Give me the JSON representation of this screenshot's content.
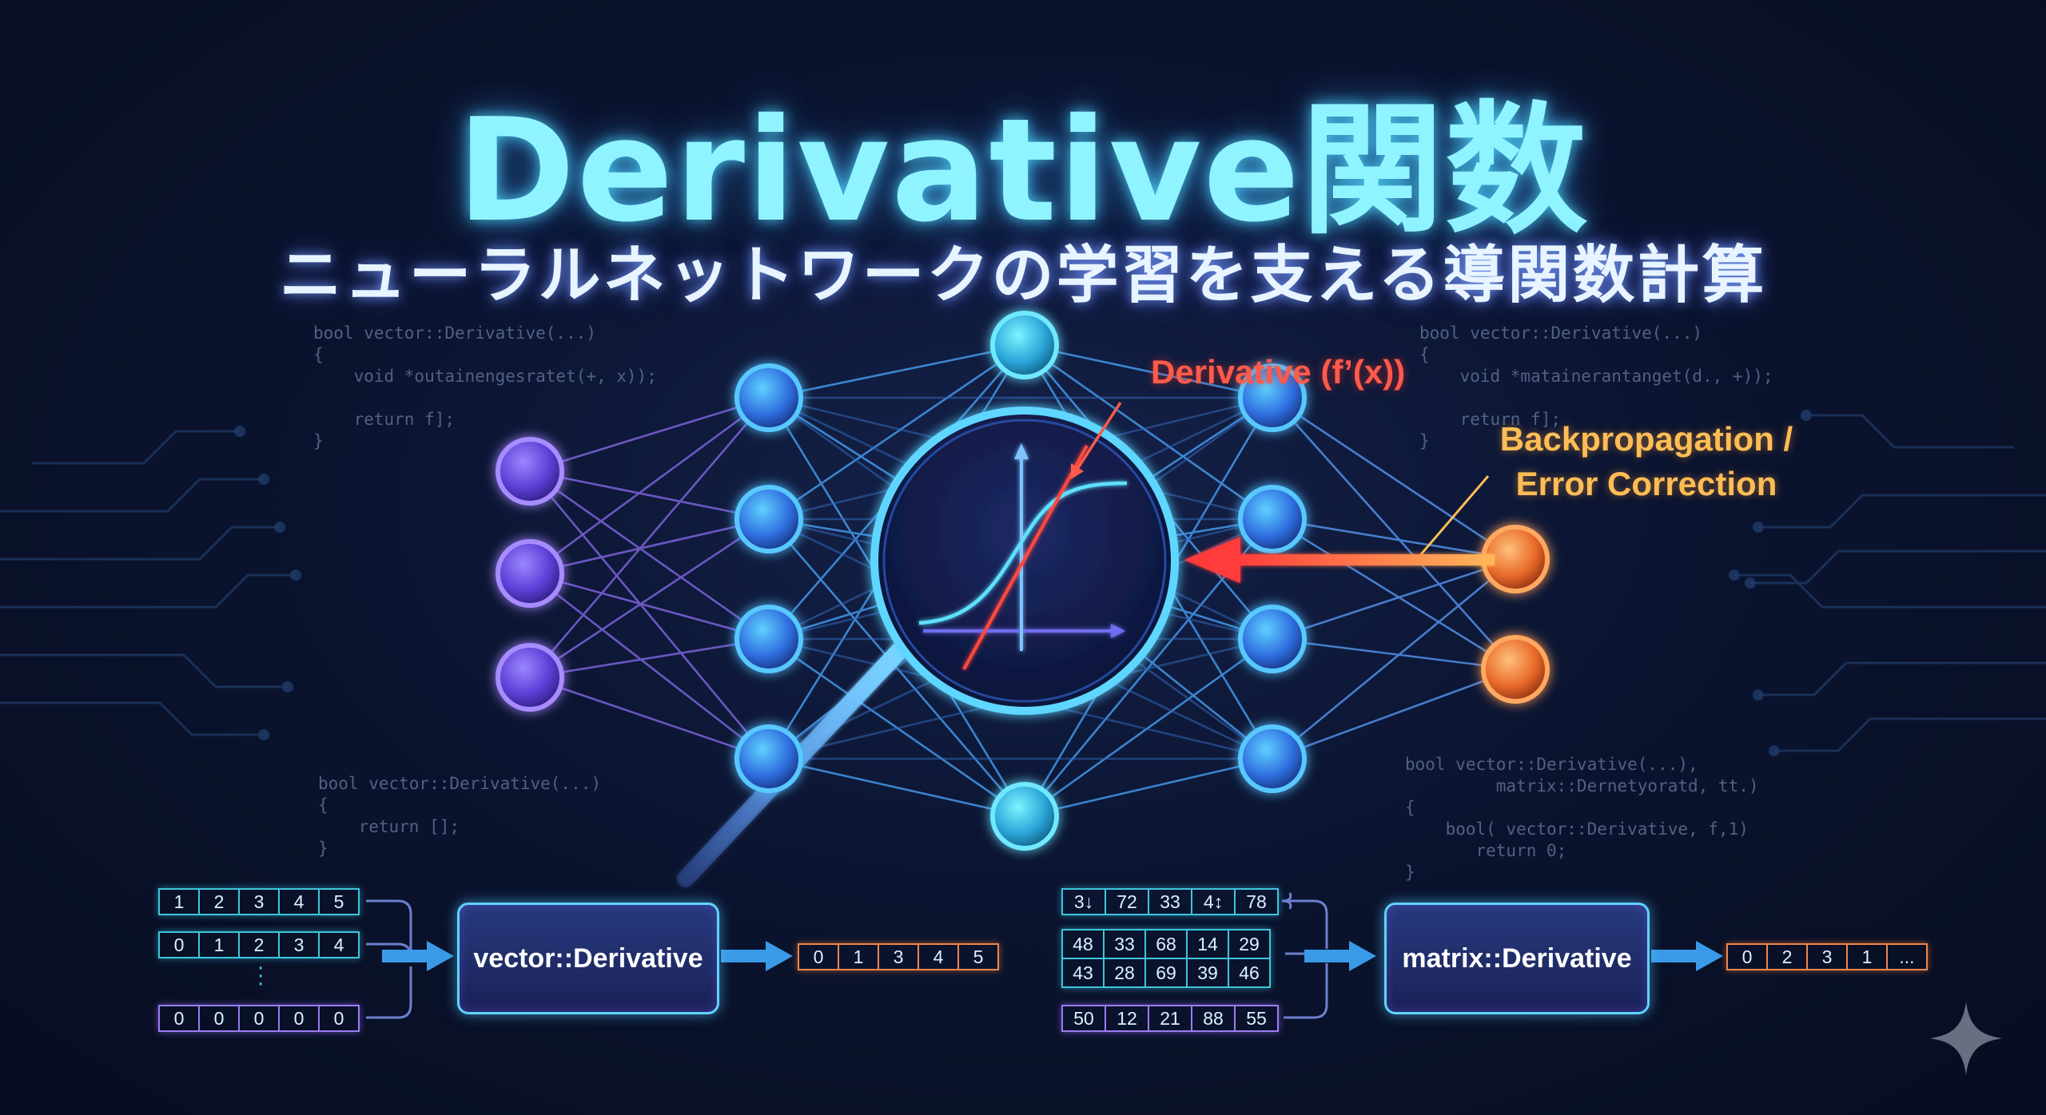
{
  "title": "Derivative関数",
  "subtitle": "ニューラルネットワークの学習を支える導関数計算",
  "code_snippets": {
    "top_left": "bool vector::Derivative(...)\n{\n    void *outainengesratet(+, x));\n\n    return f];\n}",
    "top_right": "bool vector::Derivative(...)\n{\n    void *matainerantanget(d., +));\n\n    return f];\n}",
    "bottom_left": "bool vector::Derivative(...)\n{\n    return [];\n}",
    "bottom_right": "bool vector::Derivative(...),\n         matrix::Dernetyoratd, tt.)\n{\n    bool( vector::Derivative, f,1)\n       return 0;\n}"
  },
  "labels": {
    "derivative": "Derivative (f’(x))",
    "backprop": "Backpropagation /\nError Correction"
  },
  "vector_section": {
    "input_rows": [
      [
        "1",
        "2",
        "3",
        "4",
        "5"
      ],
      [
        "0",
        "1",
        "2",
        "3",
        "4"
      ],
      [
        "0",
        "0",
        "0",
        "0",
        "0"
      ]
    ],
    "function": "vector::Derivative",
    "output": [
      "0",
      "1",
      "3",
      "4",
      "5"
    ]
  },
  "matrix_section": {
    "input_rows": [
      [
        "3↓",
        "72",
        "33",
        "4↕",
        "78"
      ],
      [
        "48",
        "33",
        "68",
        "14",
        "29"
      ],
      [
        "43",
        "28",
        "69",
        "39",
        "46"
      ],
      [
        "50",
        "12",
        "21",
        "88",
        "55"
      ]
    ],
    "function": "matrix::Derivative",
    "output": [
      "0",
      "2",
      "3",
      "1",
      "..."
    ]
  },
  "colors": {
    "title_glow": "#8ff4ff",
    "node_left": "#7b5cf0",
    "node_center": "#3fb8ff",
    "node_output": "#ff8a3c",
    "derivative_red": "#ff5a4a",
    "backprop_orange": "#ffbd55"
  },
  "icons": [
    "sparkle-icon",
    "magnifier-icon",
    "sigmoid-graph-icon",
    "arrow-right-icon"
  ]
}
